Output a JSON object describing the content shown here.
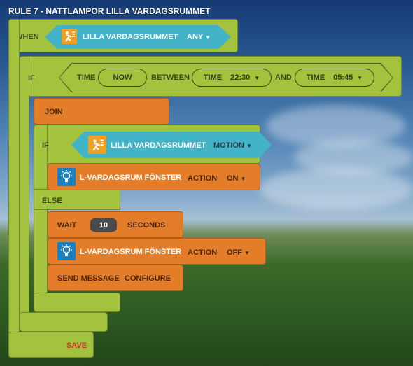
{
  "rule_title": "RULE 7 - NATTLAMPOR LILLA VARDAGSRUMMET",
  "when": {
    "label": "WHEN",
    "device": "LILLA VARDAGSRUMMET",
    "trigger": "ANY"
  },
  "if_time": {
    "label": "IF",
    "time_label": "TIME",
    "now": "NOW",
    "between": "BETWEEN",
    "time1_label": "TIME",
    "time1": "22:30",
    "and": "AND",
    "time2_label": "TIME",
    "time2": "05:45"
  },
  "join": "JOIN",
  "if_motion": {
    "label": "IF",
    "device": "LILLA VARDAGSRUMMET",
    "event": "MOTION"
  },
  "action_on": {
    "device": "L-VARDAGSRUM FÖNSTER",
    "action_label": "ACTION",
    "value": "ON"
  },
  "else": "ELSE",
  "wait": {
    "label": "WAIT",
    "value": "10",
    "unit": "SECONDS"
  },
  "action_off": {
    "device": "L-VARDAGSRUM FÖNSTER",
    "action_label": "ACTION",
    "value": "OFF"
  },
  "send_message": {
    "label": "SEND MESSAGE",
    "configure": "CONFIGURE"
  },
  "save": "SAVE",
  "colors": {
    "block_green": "#a3c33f",
    "block_orange": "#e37d2a",
    "block_teal": "#43b4c8",
    "icon_orange": "#f0a022",
    "icon_blue": "#1e7fbf",
    "save_red": "#d0312d"
  },
  "icons": [
    "motion-sensor-icon",
    "lightbulb-icon"
  ]
}
